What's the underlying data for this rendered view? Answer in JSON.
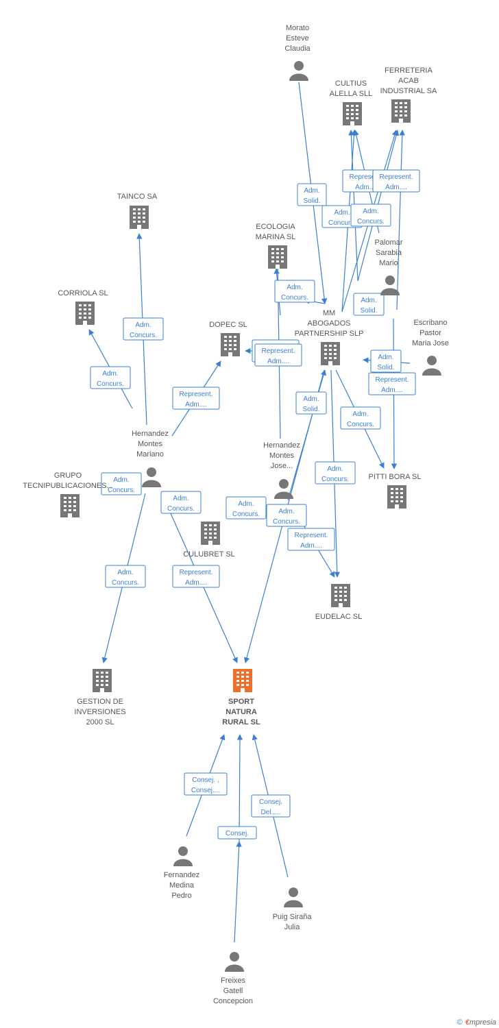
{
  "colors": {
    "edge": "#3a7fd4",
    "company": "#777777",
    "person": "#777777",
    "main": "#f06d2a",
    "text": "#555555"
  },
  "nodes": [
    {
      "id": "morato",
      "type": "person",
      "lines": [
        "Morato",
        "Esteve",
        "Claudia"
      ]
    },
    {
      "id": "cultius",
      "type": "company",
      "lines": [
        "CULTIUS",
        "ALELLA SLL"
      ]
    },
    {
      "id": "ferreteria",
      "type": "company",
      "lines": [
        "FERRETERIA",
        "ACAB",
        "INDUSTRIAL SA"
      ]
    },
    {
      "id": "tainco",
      "type": "company",
      "lines": [
        "TAINCO SA"
      ]
    },
    {
      "id": "ecologia",
      "type": "company",
      "lines": [
        "ECOLOGIA",
        "MARINA SL"
      ]
    },
    {
      "id": "palomar",
      "type": "person",
      "lines": [
        "Palomar",
        "Sarabia",
        "Mario"
      ]
    },
    {
      "id": "corriola",
      "type": "company",
      "lines": [
        "CORRIOLA SL"
      ]
    },
    {
      "id": "dopec",
      "type": "company",
      "lines": [
        "DOPEC SL"
      ]
    },
    {
      "id": "mmabogados",
      "type": "company",
      "lines": [
        "MM",
        "ABOGADOS",
        "PARTNERSHIP SLP"
      ]
    },
    {
      "id": "escribano",
      "type": "person",
      "lines": [
        "Escribano",
        "Pastor",
        "Maria Jose"
      ]
    },
    {
      "id": "hmariano",
      "type": "person",
      "lines": [
        "Hernandez",
        "Montes",
        "Mariano"
      ]
    },
    {
      "id": "hjose",
      "type": "person",
      "lines": [
        "Hernandez",
        "Montes",
        "Jose..."
      ]
    },
    {
      "id": "pittibora",
      "type": "company",
      "lines": [
        "PITTI BORA SL"
      ]
    },
    {
      "id": "grupo",
      "type": "company",
      "lines": [
        "GRUPO",
        "TECNIPUBLICACIONES..."
      ]
    },
    {
      "id": "culubret",
      "type": "company",
      "lines": [
        "CULUBRET SL"
      ]
    },
    {
      "id": "eudelac",
      "type": "company",
      "lines": [
        "EUDELAC SL"
      ]
    },
    {
      "id": "gestion",
      "type": "company",
      "lines": [
        "GESTION DE",
        "INVERSIONES",
        "2000 SL"
      ]
    },
    {
      "id": "sport",
      "type": "main",
      "lines": [
        "SPORT",
        "NATURA",
        "RURAL SL"
      ]
    },
    {
      "id": "fernandez",
      "type": "person",
      "lines": [
        "Fernandez",
        "Medina",
        "Pedro"
      ]
    },
    {
      "id": "puig",
      "type": "person",
      "lines": [
        "Puig Siraña",
        "Julia"
      ]
    },
    {
      "id": "freixes",
      "type": "person",
      "lines": [
        "Freixes",
        "Gatell",
        "Concepcion"
      ]
    }
  ],
  "relations": [
    {
      "id": "r1",
      "lines": [
        "Adm.",
        "Solid."
      ]
    },
    {
      "id": "r2",
      "lines": [
        "Represent.",
        "Adm...."
      ]
    },
    {
      "id": "r3",
      "lines": [
        "Represent.",
        "Adm...."
      ]
    },
    {
      "id": "r4",
      "lines": [
        "Adm.",
        "Concurs."
      ]
    },
    {
      "id": "r5",
      "lines": [
        "Adm.",
        "Concurs."
      ]
    },
    {
      "id": "r6",
      "lines": [
        "Adm.",
        "Concurs."
      ]
    },
    {
      "id": "r7",
      "lines": [
        "Adm.",
        "Concurs."
      ]
    },
    {
      "id": "r8",
      "lines": [
        "Adm.",
        "Solid."
      ]
    },
    {
      "id": "r9",
      "lines": [
        "Adm.",
        "Concurs."
      ]
    },
    {
      "id": "r10",
      "lines": [
        "Represent.",
        "Adm...."
      ]
    },
    {
      "id": "r11",
      "lines": [
        "Represent.",
        "Adm...."
      ]
    },
    {
      "id": "r12",
      "lines": [
        "Represent.",
        "Adm...."
      ]
    },
    {
      "id": "r13",
      "lines": [
        "Adm.",
        "Solid."
      ]
    },
    {
      "id": "r14",
      "lines": [
        "Represent.",
        "Adm...."
      ]
    },
    {
      "id": "r15",
      "lines": [
        "Adm.",
        "Solid."
      ]
    },
    {
      "id": "r16",
      "lines": [
        "Adm.",
        "Concurs."
      ]
    },
    {
      "id": "r17",
      "lines": [
        "Adm.",
        "Concurs."
      ]
    },
    {
      "id": "r18",
      "lines": [
        "Adm.",
        "Concurs."
      ]
    },
    {
      "id": "r19",
      "lines": [
        "Adm.",
        "Concurs."
      ]
    },
    {
      "id": "r20",
      "lines": [
        "Adm.",
        "Concurs."
      ]
    },
    {
      "id": "r21",
      "lines": [
        "Adm.",
        "Concurs."
      ]
    },
    {
      "id": "r22",
      "lines": [
        "Represent.",
        "Adm...."
      ]
    },
    {
      "id": "r23",
      "lines": [
        "Adm.",
        "Concurs."
      ]
    },
    {
      "id": "r24",
      "lines": [
        "Represent.",
        "Adm...."
      ]
    },
    {
      "id": "r25",
      "lines": [
        "Consej. ,",
        "Consej...."
      ]
    },
    {
      "id": "r26",
      "lines": [
        "Consej.",
        "Del.,..."
      ]
    },
    {
      "id": "r27",
      "lines": [
        "Consej."
      ]
    }
  ],
  "footer": {
    "copyright": "©",
    "brand_e": "€",
    "brand_rest": "mpresia"
  }
}
